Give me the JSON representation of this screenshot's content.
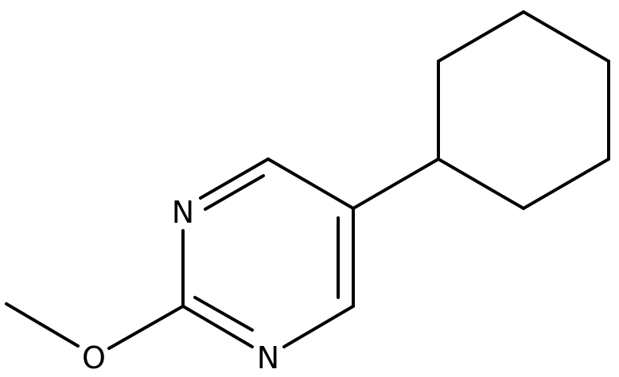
{
  "molecule": {
    "atoms": [
      {
        "id": "n1",
        "label": "N"
      },
      {
        "id": "n3",
        "label": "N"
      },
      {
        "id": "o",
        "label": "O"
      }
    ]
  }
}
